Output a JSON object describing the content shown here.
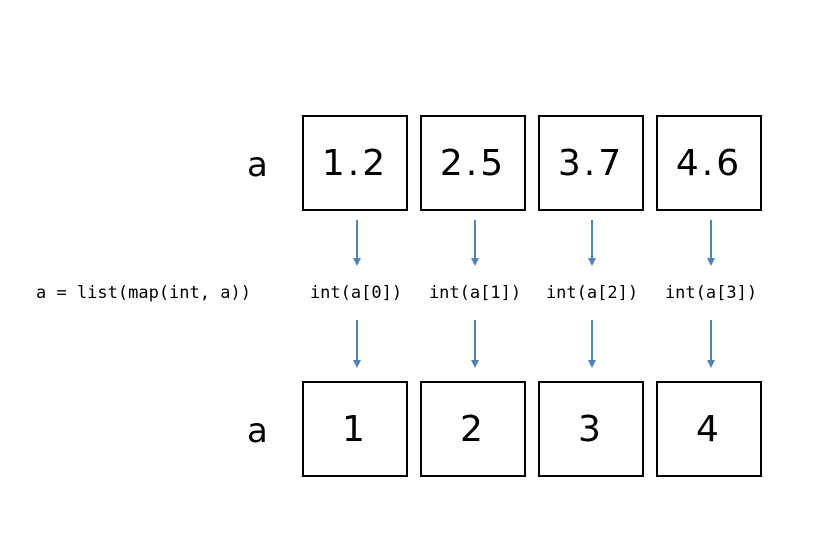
{
  "top_row": {
    "var_name": "a",
    "values": [
      "1.2",
      "2.5",
      "3.7",
      "4.6"
    ]
  },
  "bottom_row": {
    "var_name": "a",
    "values": [
      "1",
      "2",
      "3",
      "4"
    ]
  },
  "statement": "a = list(map(int, a))",
  "calls": [
    "int(a[0])",
    "int(a[1])",
    "int(a[2])",
    "int(a[3])"
  ],
  "colors": {
    "arrow": "#4f81bd",
    "box_border": "#000000"
  }
}
